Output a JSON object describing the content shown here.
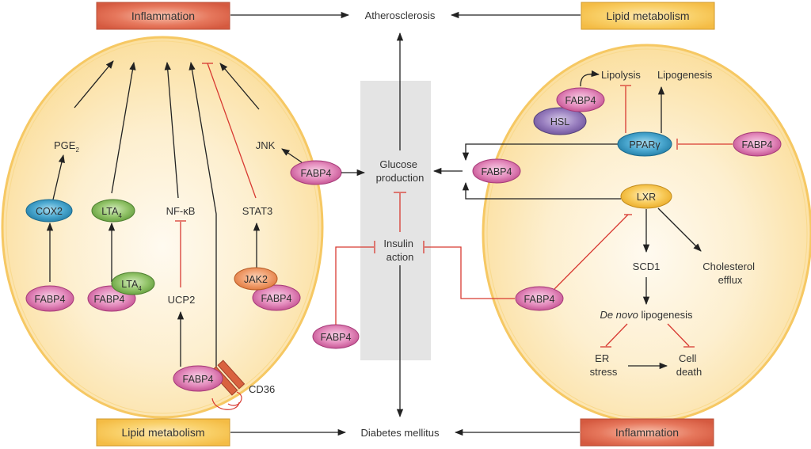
{
  "title": "FABP4 in inflammation and lipid metabolism pathways",
  "colors": {
    "inflammation_box": "#dc6449",
    "lipid_box": "#f7c24a",
    "cell_fill": "#fde8b6",
    "cell_border": "#f6c863",
    "fabp4": "#d25c9f",
    "cox2": "#2b8db6",
    "lta4": "#73a84a",
    "jak2": "#eb8a4e",
    "hsl": "#7d62a6",
    "ppar": "#2b8db6",
    "lxr": "#f3b83a",
    "inhibit": "#d83a32",
    "activate": "#222222",
    "center_band": "#e4e4e4"
  },
  "outcomes": {
    "atherosclerosis": "Atherosclerosis",
    "diabetes": "Diabetes mellitus"
  },
  "boxes": {
    "top_left": "Inflammation",
    "top_right": "Lipid metabolism",
    "bottom_left": "Lipid metabolism",
    "bottom_right": "Inflammation"
  },
  "center": {
    "glucose": [
      "Glucose",
      "production"
    ],
    "insulin": [
      "Insulin",
      "action"
    ],
    "fabp4_left": "FABP4",
    "fabp4_bottom": "FABP4",
    "fabp4_right": "FABP4"
  },
  "left_cell": {
    "pge2": "PGE",
    "pge2_sub": "2",
    "cox2": "COX2",
    "fabp4_cox": "FABP4",
    "lta4_top": "LTA",
    "lta4_top_sub": "4",
    "lta4_bottom": "LTA",
    "lta4_bottom_sub": "4",
    "fabp4_lta": "FABP4",
    "nfkb": "NF-κB",
    "ucp2": "UCP2",
    "stat3": "STAT3",
    "jak2": "JAK2",
    "fabp4_jak": "FABP4",
    "jnk": "JNK",
    "fabp4_cd36": "FABP4",
    "cd36": "CD36"
  },
  "right_cell": {
    "lipolysis": "Lipolysis",
    "lipogenesis": "Lipogenesis",
    "fabp4_hsl": "FABP4",
    "hsl": "HSL",
    "ppar": "PPARγ",
    "fabp4_ppar": "FABP4",
    "lxr": "LXR",
    "scd1": "SCD1",
    "cholesterol": [
      "Cholesterol",
      "efflux"
    ],
    "de_novo_italic": "De novo",
    "de_novo_rest": " lipogenesis",
    "er_stress": [
      "ER",
      "stress"
    ],
    "cell_death": [
      "Cell",
      "death"
    ],
    "fabp4_lxr": "FABP4"
  }
}
